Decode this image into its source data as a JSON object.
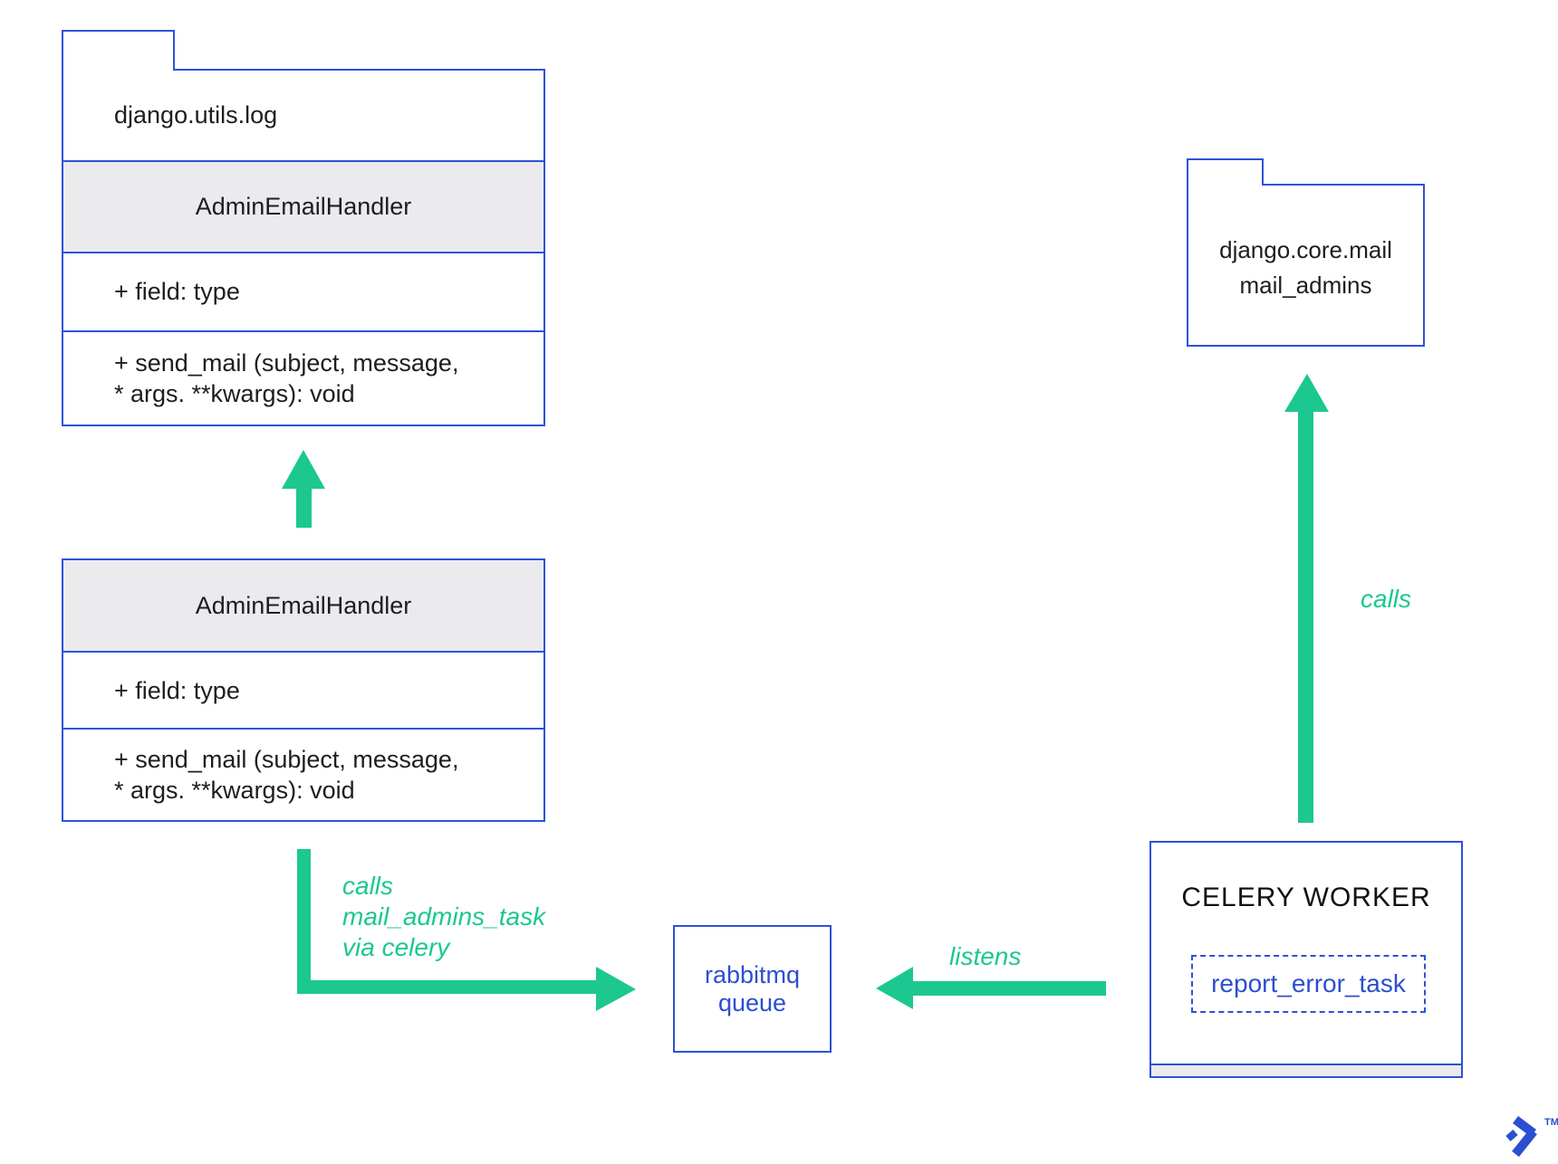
{
  "colors": {
    "blue": "#2e52d6",
    "blue_text": "#2b4fd0",
    "green": "#1cc88f",
    "gray": "#ebebee",
    "ink": "#1c1e21"
  },
  "packages": {
    "django_utils_log": {
      "name": "django.utils.log"
    },
    "django_core_mail": {
      "line1": "django.core.mail",
      "line2": "mail_admins"
    }
  },
  "classes": {
    "top": {
      "name": "AdminEmailHandler",
      "field": "+ field: type",
      "method_line1": "+ send_mail (subject, message,",
      "method_line2": "* args. **kwargs): void"
    },
    "bottom": {
      "name": "AdminEmailHandler",
      "field": "+ field: type",
      "method_line1": "+ send_mail (subject, message,",
      "method_line2": "* args. **kwargs): void"
    }
  },
  "queue": {
    "line1": "rabbitmq",
    "line2": "queue"
  },
  "celery": {
    "title": "CELERY WORKER",
    "task": "report_error_task"
  },
  "arrow_labels": {
    "calls_multi": [
      "calls",
      "mail_admins_task",
      "via celery"
    ],
    "listens": "listens",
    "calls": "calls"
  },
  "logo": {
    "tm": "TM"
  }
}
